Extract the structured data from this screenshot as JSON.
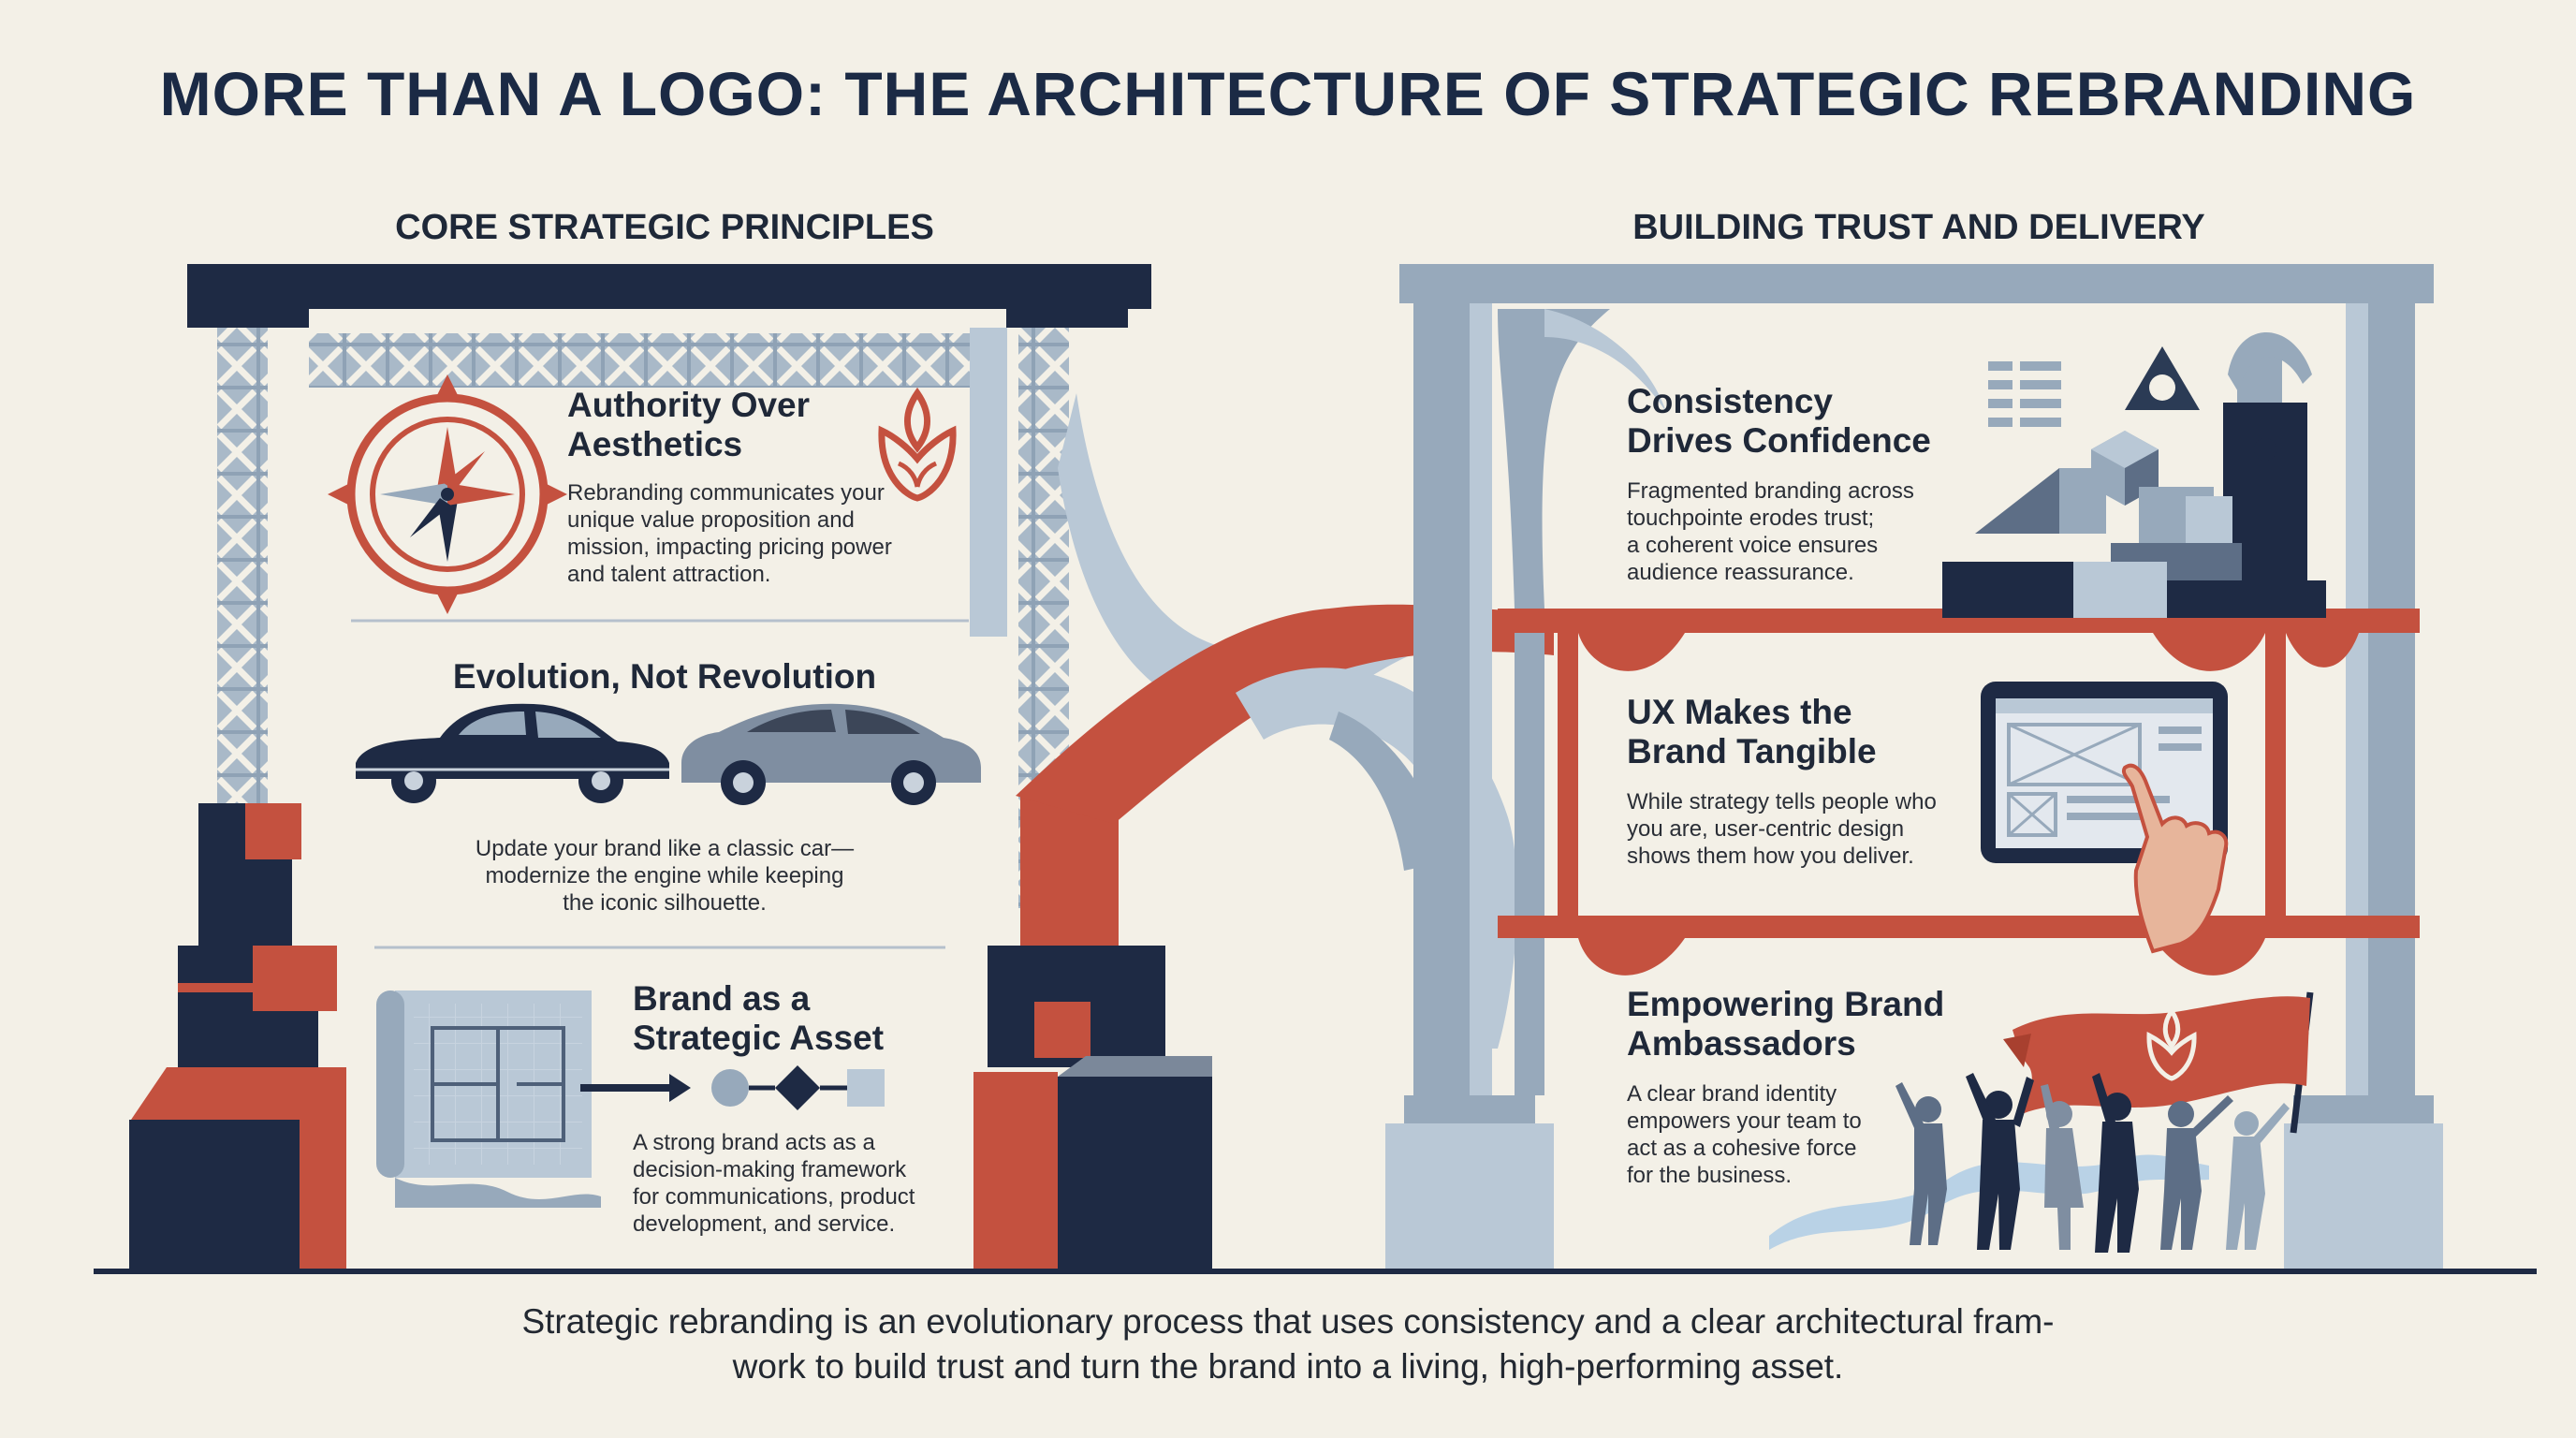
{
  "title": "MORE THAN A LOGO: THE ARCHITECTURE OF STRATEGIC REBRANDING",
  "left_heading": "CORE STRATEGIC PRINCIPLES",
  "right_heading": "BUILDING TRUST AND DELIVERY",
  "principles": [
    {
      "title_l1": "Authority Over",
      "title_l2": "Aesthetics",
      "body": [
        "Rebranding communicates your",
        "unique value proposition and",
        "mission, impacting pricing power",
        "and talent attraction."
      ],
      "icons": [
        "compass-icon",
        "leaf-emblem-icon"
      ]
    },
    {
      "title_l1": "Evolution, Not Revolution",
      "body": [
        "Update your brand like a classic car—",
        "modernize the engine while keeping",
        "the iconic silhouette."
      ],
      "icons": [
        "classic-car-icon",
        "modern-car-icon"
      ]
    },
    {
      "title_l1": "Brand as a",
      "title_l2": "Strategic Asset",
      "body": [
        "A strong brand acts as a",
        "decision-making framework",
        "for communications, product",
        "development, and service."
      ],
      "icons": [
        "blueprint-icon",
        "flow-arrow-icon"
      ]
    }
  ],
  "trust": [
    {
      "title_l1": "Consistency",
      "title_l2": "Drives Confidence",
      "body": [
        "Fragmented branding across",
        "touchpointe erodes trust;",
        "a coherent voice ensures",
        "audience reassurance."
      ],
      "icons": [
        "layout-icon",
        "triangle-icon",
        "cube-icon",
        "puzzle-blocks-icon"
      ]
    },
    {
      "title_l1": "UX Makes the",
      "title_l2": "Brand Tangible",
      "body": [
        "While strategy tells people who",
        "you are, user-centric design",
        "shows them how you deliver."
      ],
      "icons": [
        "tablet-icon",
        "pointing-hand-icon"
      ]
    },
    {
      "title_l1": "Empowering Brand",
      "title_l2": "Ambassadors",
      "body": [
        "A clear brand identity",
        "empowers your team to",
        "act as a cohesive force",
        "for the business."
      ],
      "icons": [
        "flag-icon",
        "team-people-icon"
      ]
    }
  ],
  "footer": [
    "Strategic rebranding is an evolutionary process that uses consistency and a clear architectural fram-",
    "work to build trust and turn the brand into a living, high-performing asset."
  ],
  "colors": {
    "navy": "#1e2a44",
    "red": "#c4513f",
    "steel": "#97a9bb",
    "light_steel": "#b9c8d6",
    "background": "#f3f0e7"
  }
}
